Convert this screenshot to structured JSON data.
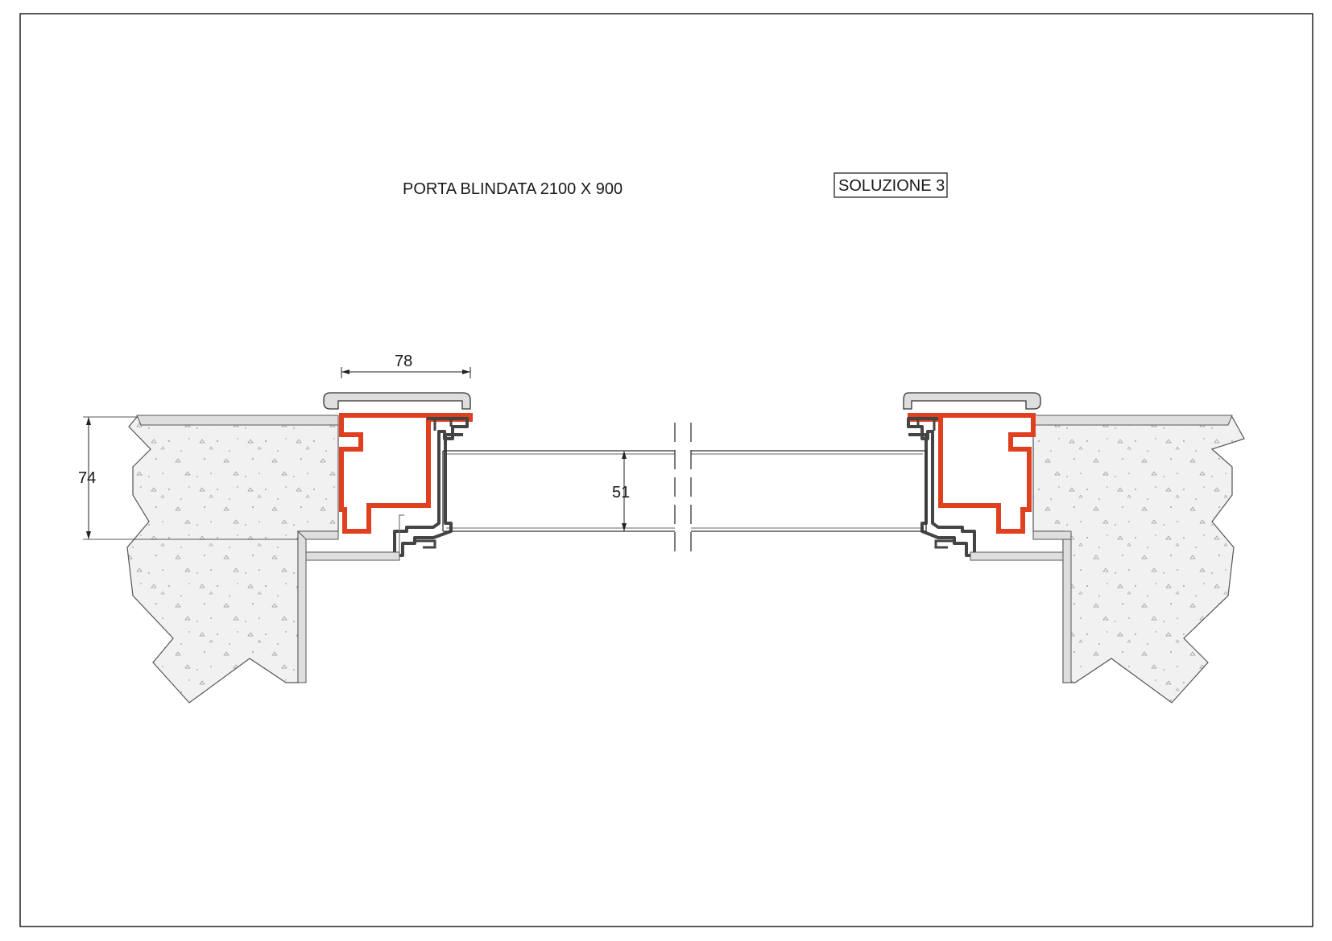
{
  "title": "PORTA BLINDATA 2100 X 900",
  "solution_label": "SOLUZIONE 3",
  "dimensions": {
    "frame_width": "78",
    "wall_depth": "74",
    "door_thickness": "51"
  },
  "colors": {
    "frame_steel": "#e0401f",
    "profile_dark": "#555555",
    "cover_fill": "#dedede",
    "wall_fill": "#f1f1f1",
    "line": "#222222"
  }
}
